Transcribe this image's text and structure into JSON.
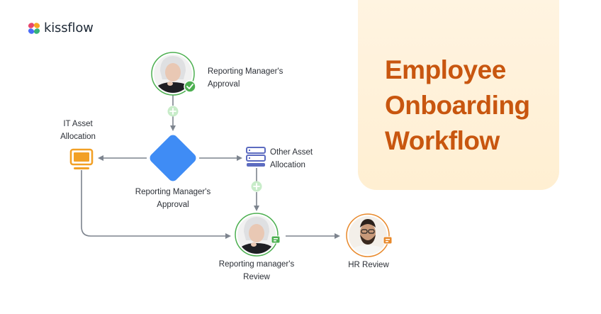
{
  "brand": {
    "name": "kissflow"
  },
  "title": {
    "lines": [
      "Employee",
      "Onboarding",
      "Workflow"
    ]
  },
  "nodes": {
    "top_approval": {
      "line1": "Reporting Manager's",
      "line2": "Approval"
    },
    "it_asset": {
      "line1": "IT Asset",
      "line2": "Allocation"
    },
    "decision": {
      "line1": "Reporting Manager's",
      "line2": "Approval"
    },
    "other_asset": {
      "line1": "Other Asset",
      "line2": "Allocation"
    },
    "review": {
      "line1": "Reporting manager's",
      "line2": "Review"
    },
    "hr_review": {
      "line1": "HR Review"
    }
  },
  "colors": {
    "title": "#c8560f",
    "card": "#fff2dc",
    "green": "#4caf50",
    "orange": "#e8892b",
    "blue_diamond": "#3f8cf5",
    "list_icon": "#5c6bc0",
    "monitor": "#f2a026",
    "arrow": "#7d848e"
  },
  "icons": {
    "approved_badge": "check-circle-icon",
    "review_badge": "chat-bubble-icon",
    "add": "plus-circle-icon",
    "it_asset": "monitor-icon",
    "other_asset": "server-list-icon"
  }
}
